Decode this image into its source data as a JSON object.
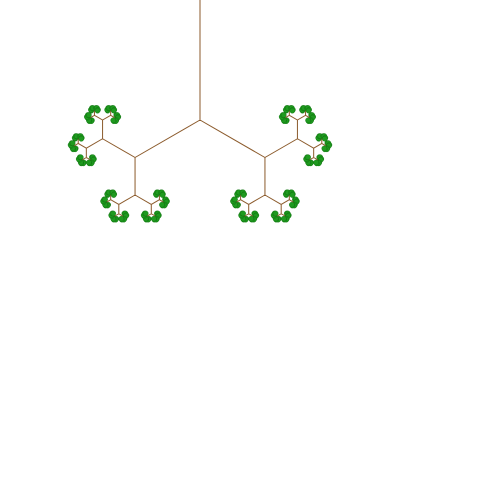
{
  "scene": {
    "description_free": true,
    "background_color": "#ffffff",
    "branch_color": "#8b5a2b",
    "leaf_color": "#1f9a1f",
    "leaf_outline_color": "#0d6e0d",
    "recursion_depth": 9,
    "branching_factor": 2,
    "branch_angle_degrees": 60
  }
}
